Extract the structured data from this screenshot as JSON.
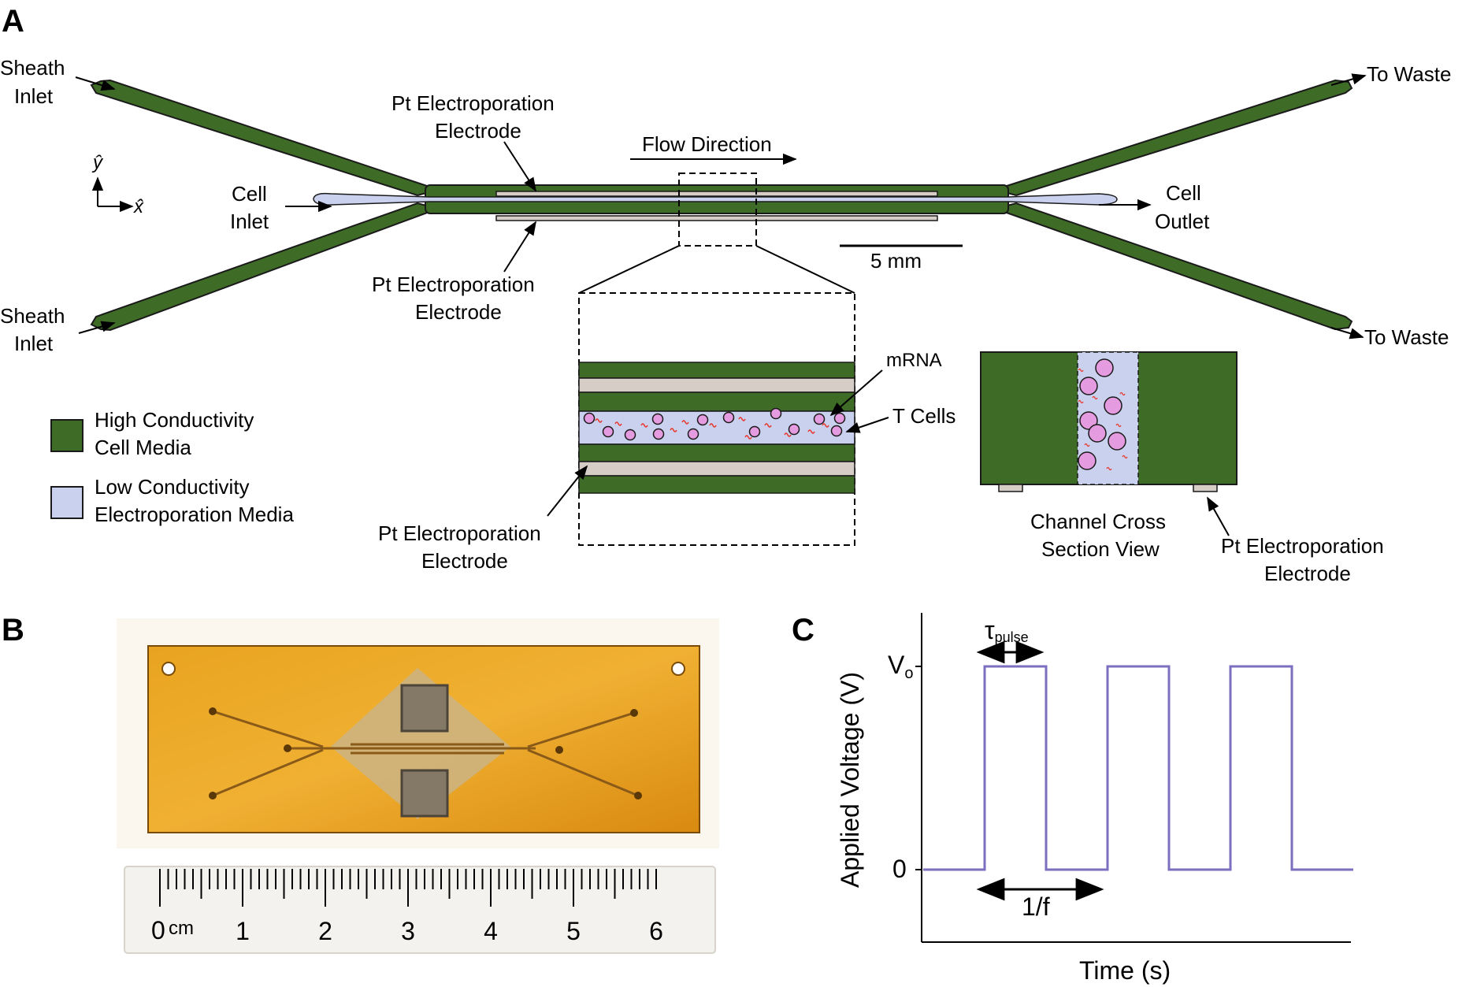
{
  "panels": {
    "a": "A",
    "b": "B",
    "c": "C"
  },
  "colors": {
    "high_conductivity": "#3e6b26",
    "low_conductivity": "#c9d1ef",
    "electrode": "#d6cdc6",
    "cell_fill": "#e59be0",
    "mrna": "#e8382b",
    "pulse": "#7b6fc0",
    "chip_amber": "#e09a16"
  },
  "panel_a": {
    "sheath_inlet_top": [
      "Sheath",
      "Inlet"
    ],
    "sheath_inlet_bottom": [
      "Sheath",
      "Inlet"
    ],
    "cell_inlet": [
      "Cell",
      "Inlet"
    ],
    "cell_outlet": [
      "Cell",
      "Outlet"
    ],
    "to_waste_top": "To Waste",
    "to_waste_bottom": "To Waste",
    "electrode_top": [
      "Pt Electroporation",
      "Electrode"
    ],
    "electrode_bottom": [
      "Pt Electroporation",
      "Electrode"
    ],
    "flow_direction": "Flow Direction",
    "scale_bar": "5 mm",
    "axis_y": "ŷ",
    "axis_x": "x̂",
    "mrna": "mRNA",
    "t_cells": "T Cells",
    "electrode_zoom": [
      "Pt Electroporation",
      "Electrode"
    ],
    "cross_section": [
      "Channel Cross",
      "Section View"
    ],
    "electrode_cross": [
      "Pt Electroporation",
      "Electrode"
    ],
    "legend": [
      {
        "lines": [
          "High Conductivity",
          "Cell Media"
        ],
        "color": "#3e6b26"
      },
      {
        "lines": [
          "Low Conductivity",
          "Electroporation Media"
        ],
        "color": "#c9d1ef"
      }
    ]
  },
  "panel_b": {
    "ruler_unit": "cm",
    "ruler_zero": "0",
    "ruler_labels": [
      "1",
      "2",
      "3",
      "4",
      "5",
      "6"
    ]
  },
  "chart_data": {
    "type": "line",
    "title": "",
    "xlabel": "Time (s)",
    "ylabel": "Applied Voltage (V)",
    "yticks": [
      "0",
      "Vo"
    ],
    "tau_label": "τ",
    "tau_sub": "pulse",
    "period_label": "1/f",
    "description_series": [
      {
        "x": [
          0,
          1,
          1,
          2,
          2,
          3,
          3,
          4,
          4,
          5,
          5,
          6,
          6,
          7
        ],
        "y": [
          0,
          0,
          1,
          1,
          0,
          0,
          1,
          1,
          0,
          0,
          1,
          1,
          0,
          0
        ]
      }
    ]
  }
}
